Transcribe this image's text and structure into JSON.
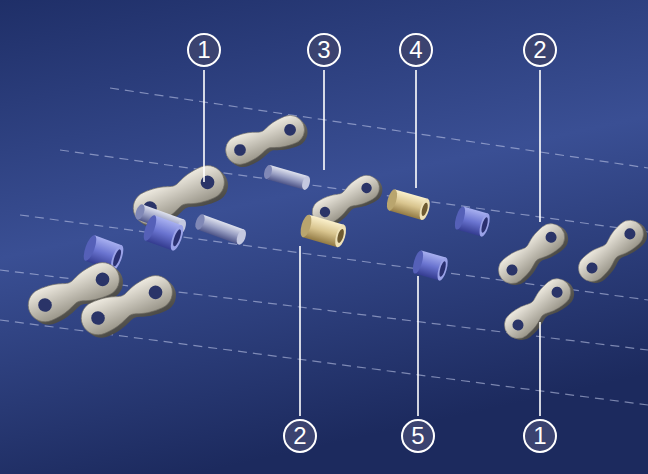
{
  "diagram": {
    "labels": [
      "1",
      "3",
      "4",
      "2",
      "2",
      "5",
      "1"
    ]
  }
}
